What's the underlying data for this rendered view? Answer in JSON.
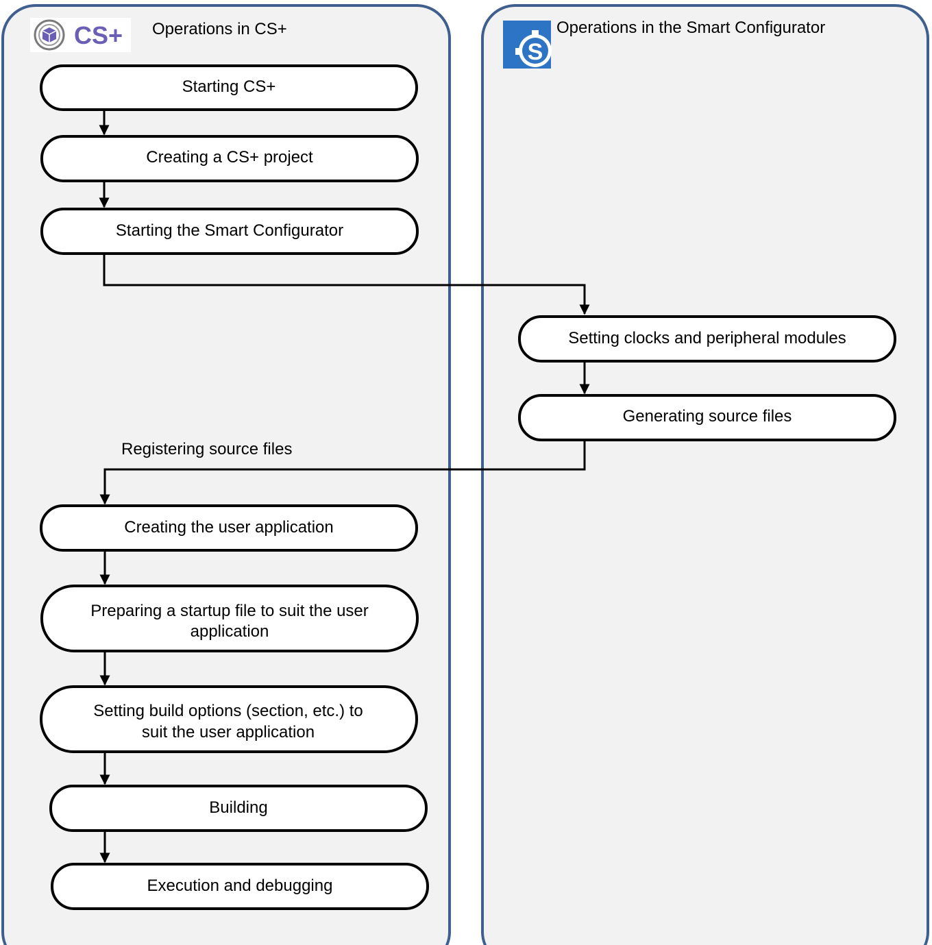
{
  "lanes": {
    "cs_plus": {
      "title": "Operations in CS+",
      "logo_text": "CS+",
      "logo_icon": "cs-plus-cube-icon"
    },
    "smart_configurator": {
      "title": "Operations in the Smart Configurator",
      "logo_icon": "smart-configurator-gear-s-icon",
      "logo_letter": "S"
    }
  },
  "steps": {
    "starting_cs_plus": "Starting CS+",
    "creating_project": "Creating a CS+ project",
    "starting_sc": "Starting the Smart Configurator",
    "setting_clocks": "Setting clocks and peripheral modules",
    "generating_sources": "Generating source files",
    "creating_user_app": "Creating the user application",
    "preparing_startup_line1": "Preparing a startup file to suit the user",
    "preparing_startup_line2": "application",
    "setting_build_line1": "Setting build options (section, etc.) to",
    "setting_build_line2": "suit the user application",
    "building": "Building",
    "execution": "Execution and debugging"
  },
  "edge_labels": {
    "registering": "Registering source files"
  },
  "colors": {
    "lane_border": "#3f5f8f",
    "lane_fill": "#f2f2f2",
    "cs_logo_purple": "#6b5fb5",
    "sc_logo_blue": "#2e74c4"
  }
}
